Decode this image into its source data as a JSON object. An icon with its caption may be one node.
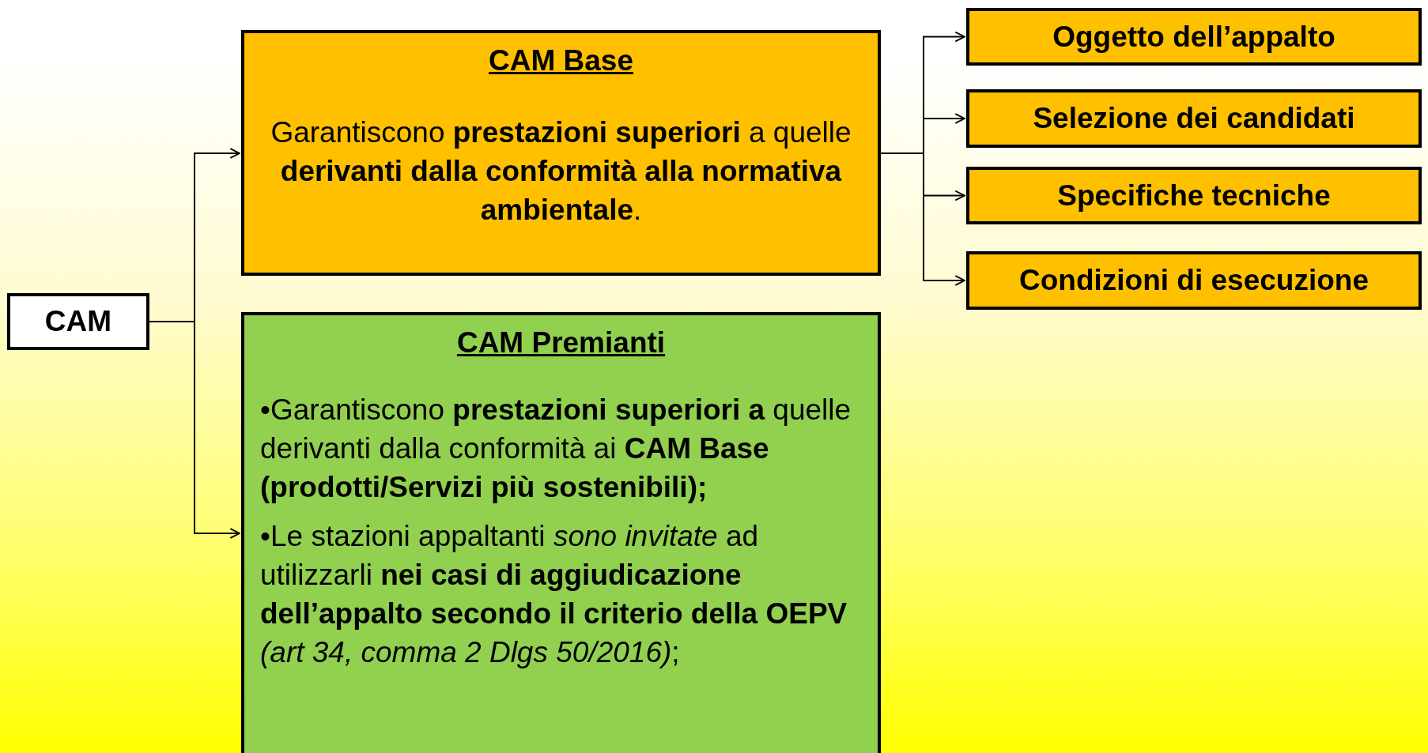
{
  "diagram": {
    "nodes": [
      {
        "text": [
          "CAM"
        ]
      },
      {
        "text": [
          "CAM Base",
          "Garantiscono **prestazioni superiori** a quelle **derivanti dalla conformità alla normativa ambientale**."
        ]
      },
      {
        "text": [
          "CAM Premianti",
          "•Garantiscono **prestazioni superiori a** quelle derivanti dalla conformità ai **CAM Base (prodotti/Servizi più sostenibili);**",
          "•Le stazioni appaltanti *sono invitate* ad utilizzarli **nei casi di aggiudicazione dell’appalto secondo il criterio della OEPV** *(art 34, comma 2 Dlgs 50/2016)*;"
        ]
      },
      {
        "text": [
          "Oggetto dell’appalto"
        ]
      },
      {
        "text": [
          "Selezione dei candidati"
        ]
      },
      {
        "text": [
          "Specifiche tecniche"
        ]
      },
      {
        "text": [
          "Condizioni di esecuzione"
        ]
      }
    ],
    "edges": [
      {
        "from": 0,
        "to": 1,
        "arrow": "to"
      },
      {
        "from": 0,
        "to": 2,
        "arrow": "to"
      },
      {
        "from": 1,
        "to": 3,
        "arrow": "to"
      },
      {
        "from": 1,
        "to": 4,
        "arrow": "to"
      },
      {
        "from": 1,
        "to": 5,
        "arrow": "to"
      },
      {
        "from": 1,
        "to": 6,
        "arrow": "to"
      }
    ]
  }
}
